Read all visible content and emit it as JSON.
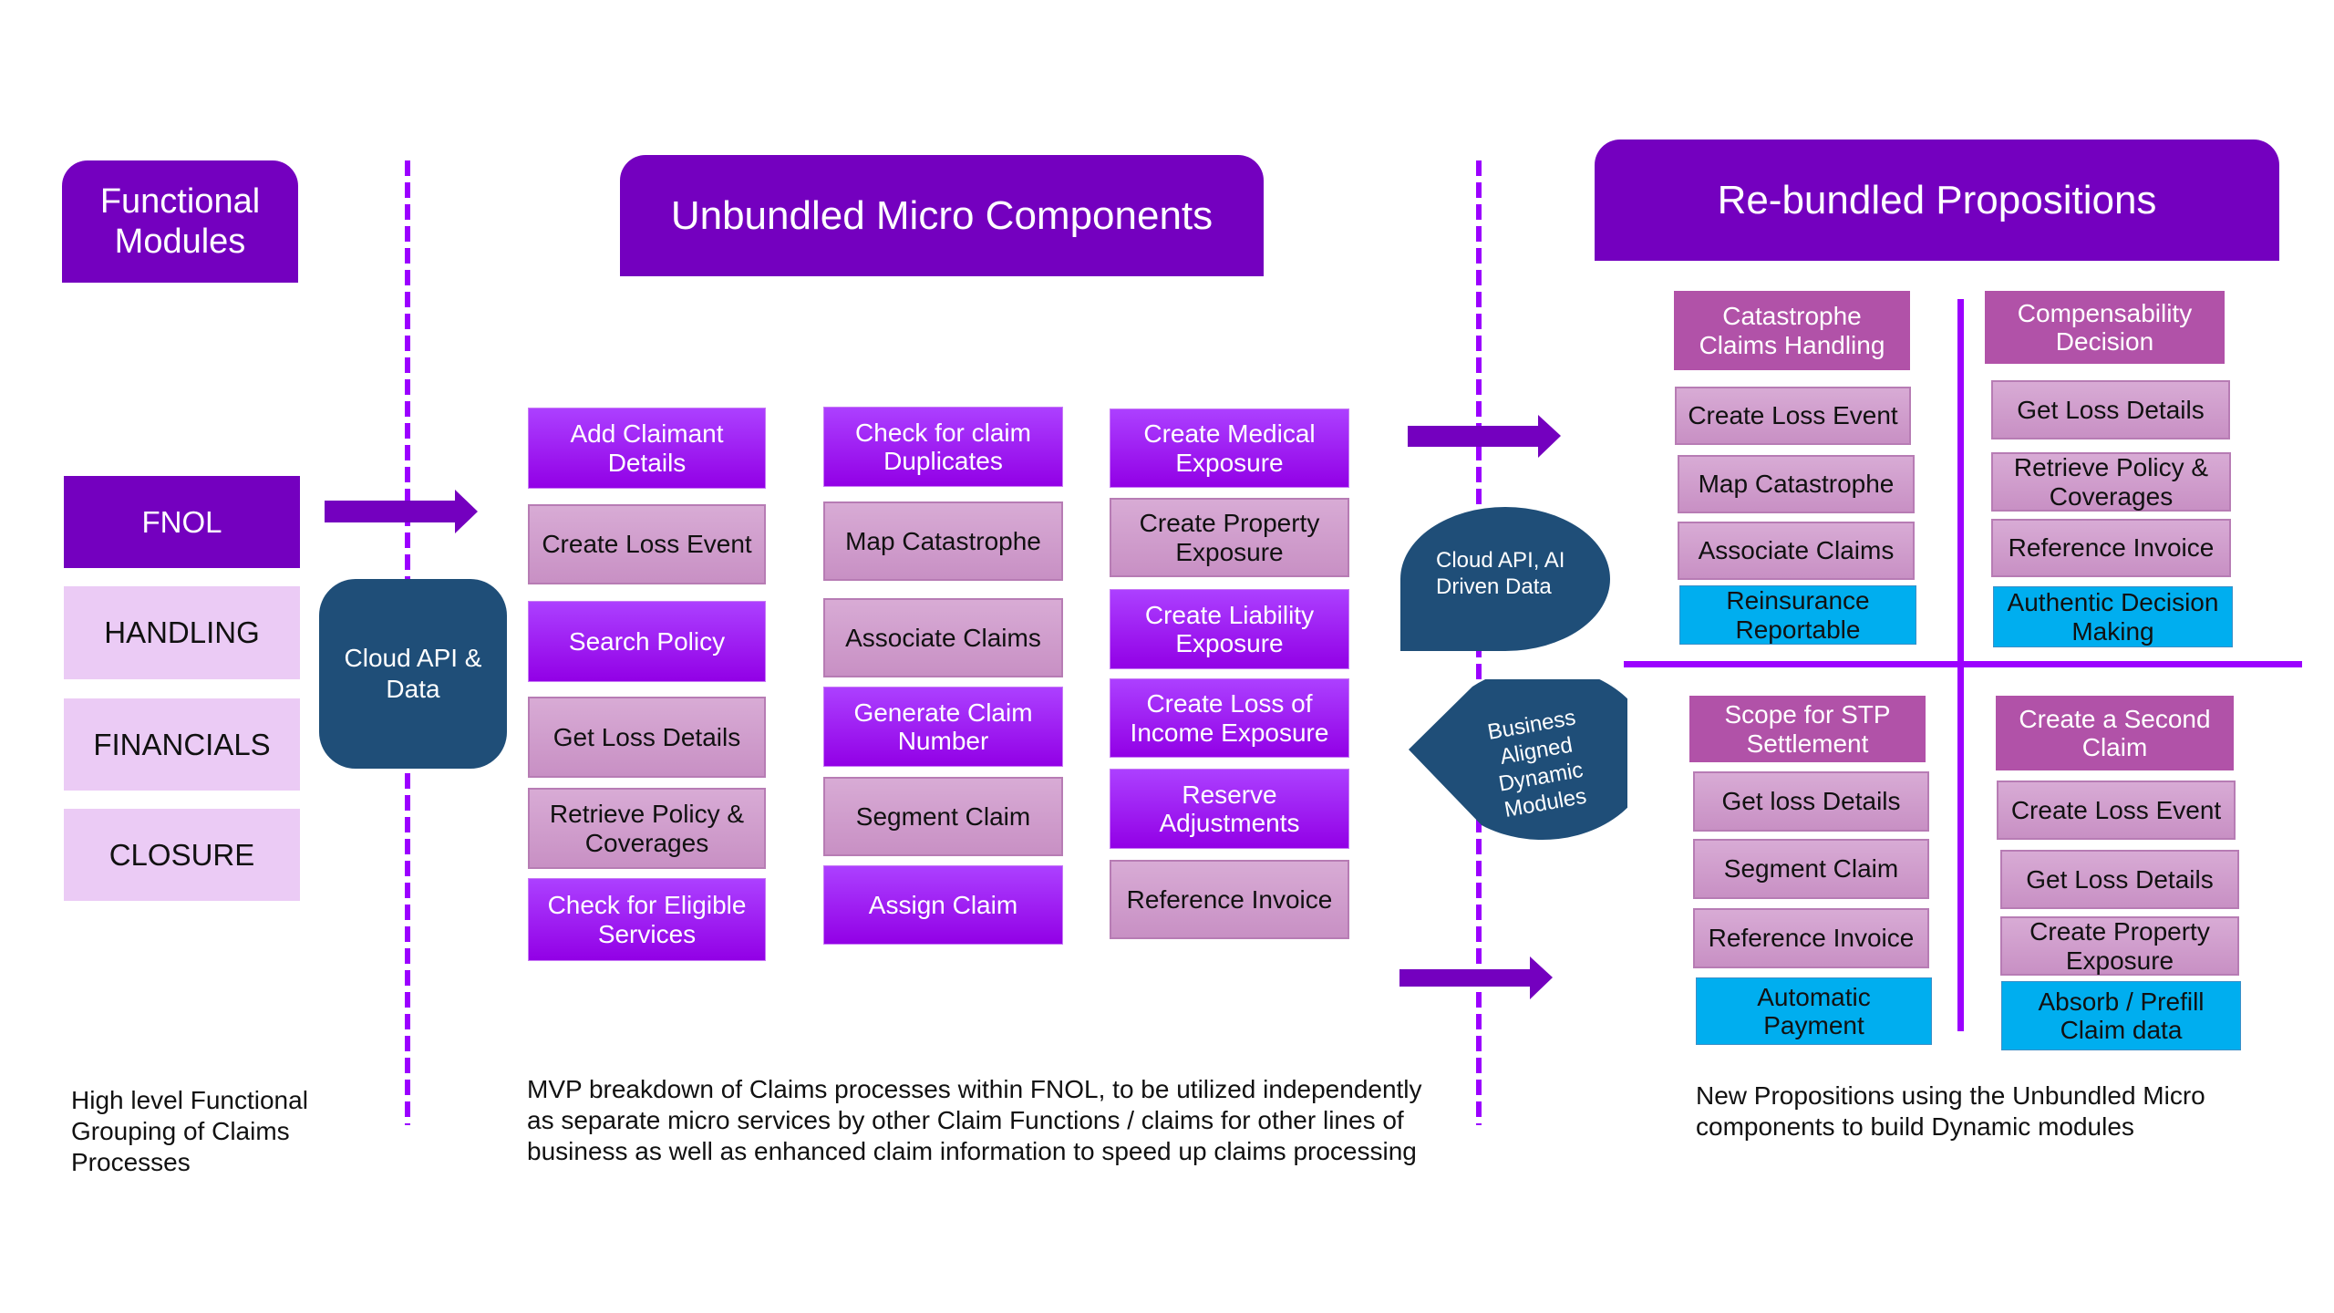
{
  "colors": {
    "header": "#7400bf",
    "bright": "#9b00ff",
    "pink": "#d2a2cf",
    "magenta": "#b152a8",
    "cyan": "#00aeef",
    "navy": "#1f4e78"
  },
  "headers": {
    "functional": "Functional Modules",
    "unbundled": "Unbundled Micro Components",
    "rebundled": "Re-bundled Propositions"
  },
  "modules": [
    {
      "label": "FNOL",
      "active": true
    },
    {
      "label": "HANDLING",
      "active": false
    },
    {
      "label": "FINANCIALS",
      "active": false
    },
    {
      "label": "CLOSURE",
      "active": false
    }
  ],
  "bubbles": {
    "cloud_api_data": "Cloud API & Data",
    "cloud_api_ai": "Cloud API, AI Driven Data",
    "business_aligned": "Business Aligned Dynamic Modules"
  },
  "micro_components": {
    "col1": [
      {
        "label": "Add Claimant Details",
        "style": "bright"
      },
      {
        "label": "Create Loss Event",
        "style": "pink"
      },
      {
        "label": "Search Policy",
        "style": "bright"
      },
      {
        "label": "Get Loss Details",
        "style": "pink"
      },
      {
        "label": "Retrieve Policy & Coverages",
        "style": "pink"
      },
      {
        "label": "Check for Eligible Services",
        "style": "bright"
      }
    ],
    "col2": [
      {
        "label": "Check for claim Duplicates",
        "style": "bright"
      },
      {
        "label": "Map Catastrophe",
        "style": "pink"
      },
      {
        "label": "Associate Claims",
        "style": "pink"
      },
      {
        "label": "Generate Claim Number",
        "style": "bright"
      },
      {
        "label": "Segment Claim",
        "style": "pink"
      },
      {
        "label": "Assign Claim",
        "style": "bright"
      }
    ],
    "col3": [
      {
        "label": "Create Medical Exposure",
        "style": "bright"
      },
      {
        "label": "Create Property Exposure",
        "style": "pink"
      },
      {
        "label": "Create Liability Exposure",
        "style": "bright"
      },
      {
        "label": "Create Loss of Income Exposure",
        "style": "bright"
      },
      {
        "label": "Reserve Adjustments",
        "style": "bright"
      },
      {
        "label": "Reference Invoice",
        "style": "pink"
      }
    ]
  },
  "propositions": {
    "top_left": [
      "Catastrophe Claims Handling",
      "Create Loss Event",
      "Map Catastrophe",
      "Associate Claims",
      "Reinsurance Reportable"
    ],
    "top_right": [
      "Compensability Decision",
      "Get Loss Details",
      "Retrieve Policy & Coverages",
      "Reference Invoice",
      "Authentic Decision Making"
    ],
    "bottom_left": [
      "Scope for STP Settlement",
      "Get loss Details",
      "Segment Claim",
      "Reference Invoice",
      "Automatic Payment"
    ],
    "bottom_right": [
      "Create a Second Claim",
      "Create Loss Event",
      "Get Loss Details",
      "Create Property Exposure",
      "Absorb / Prefill Claim data"
    ]
  },
  "captions": {
    "left": "High level Functional Grouping of Claims Processes",
    "middle": "MVP breakdown of Claims processes within FNOL, to be utilized independently  as separate micro services by other Claim Functions /   claims for other lines of business as well as enhanced claim information to speed up claims processing",
    "right": "New Propositions using the Unbundled Micro components to build Dynamic modules"
  }
}
